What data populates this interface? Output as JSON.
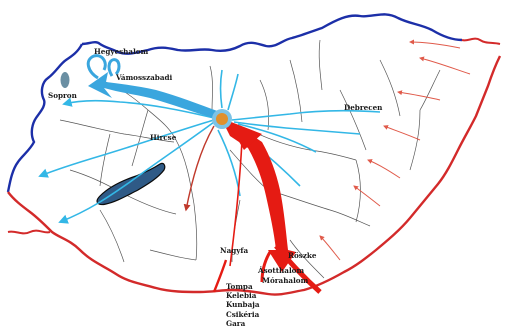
{
  "map": {
    "labels": {
      "hegyeshalom": "Hegyeshalom",
      "sopron": "Sopron",
      "vamosszabadi": "Vámosszabadi",
      "debrecen": "Debrecen",
      "hirschi": "Hircse",
      "nagyfa": "Nagyfa",
      "roszke": "Röszke",
      "asotthalom": "Ásotthalom",
      "morahalom": "Mórahalom",
      "tompa": "Tompa",
      "kelebia": "Kelebia",
      "kunbaja": "Kunbaja",
      "csikeria": "Csikéria",
      "gara": "Gara"
    },
    "colors": {
      "west_border": "#1c2fa8",
      "south_east_border": "#d32a2a",
      "inner_borders": "#555555",
      "light_flows": "#33b7e6",
      "main_flow": "#3aa6de",
      "southern_flow": "#e51b13",
      "eastern_arrows": "#e05a4a",
      "budapest_outer": "#7dc3e6",
      "budapest_inner": "#e0902d",
      "lake": "#2f5a86",
      "sopron_blob": "#6a8fa3"
    }
  }
}
